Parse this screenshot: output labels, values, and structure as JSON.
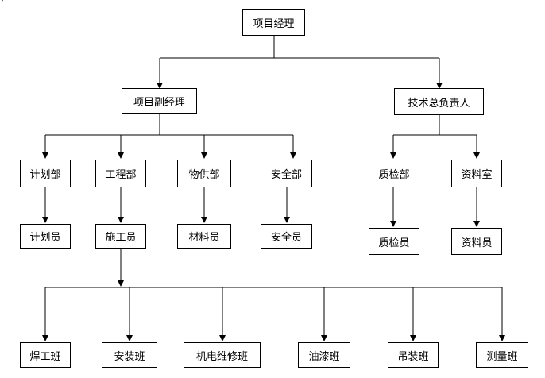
{
  "corner_mark": "´",
  "org_chart": {
    "root": "项目经理",
    "deputy": "项目副经理",
    "tech_lead": "技术总负责人",
    "departments": {
      "planning": "计划部",
      "engineering": "工程部",
      "supply": "物供部",
      "safety": "安全部",
      "quality": "质检部",
      "records": "资料室"
    },
    "staff": {
      "planner": "计划员",
      "construction": "施工员",
      "materials": "材料员",
      "safety_officer": "安全员",
      "inspector": "质检员",
      "archivist": "资料员"
    },
    "teams": {
      "welding": "焊工班",
      "installation": "安装班",
      "electromech": "机电维修班",
      "painting": "油漆班",
      "hoisting": "吊装班",
      "survey": "测量班"
    }
  }
}
